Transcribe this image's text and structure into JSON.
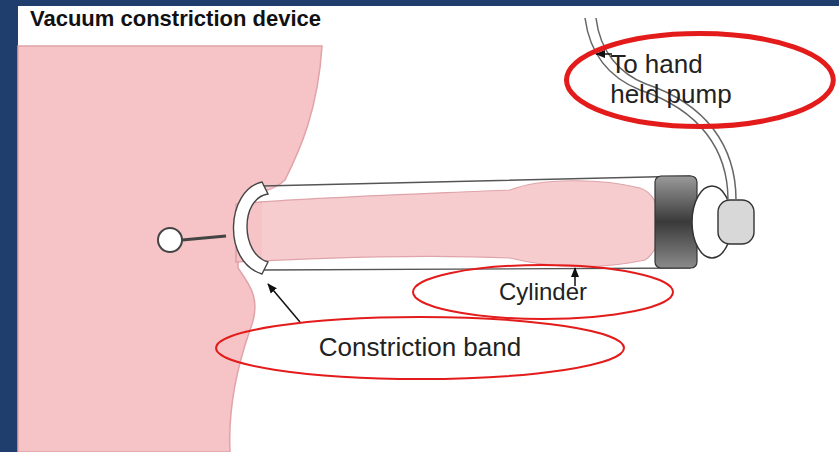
{
  "diagram": {
    "title": "Vacuum constriction device",
    "nodes": [
      {
        "text": [
          "To hand held pump"
        ]
      },
      {
        "text": [
          "Cylinder"
        ]
      },
      {
        "text": [
          "Constriction band"
        ]
      }
    ]
  }
}
